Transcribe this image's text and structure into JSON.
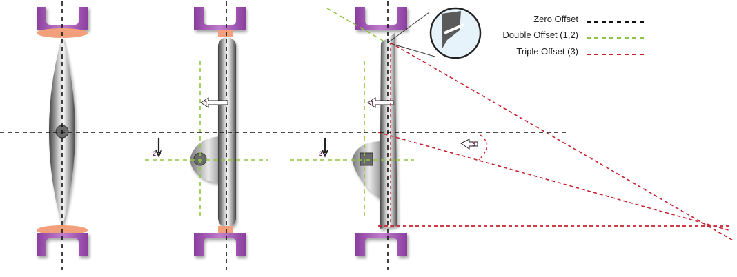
{
  "legend": [
    {
      "label": "Zero Offset",
      "color": "#111111"
    },
    {
      "label": "Double Offset (1,2)",
      "color": "#8dc63f"
    },
    {
      "label": "Triple Offset (3)",
      "color": "#c8202f"
    }
  ],
  "markers": {
    "one": "1",
    "two": "2",
    "three": "3"
  },
  "colors": {
    "seat_purple": "#a14fb0",
    "seal_orange": "#f2a07b",
    "zero_line": "#111111",
    "double_line": "#8dc63f",
    "triple_line": "#c8202f",
    "disc_dark": "#555555",
    "disc_light": "#f4f4f4"
  }
}
